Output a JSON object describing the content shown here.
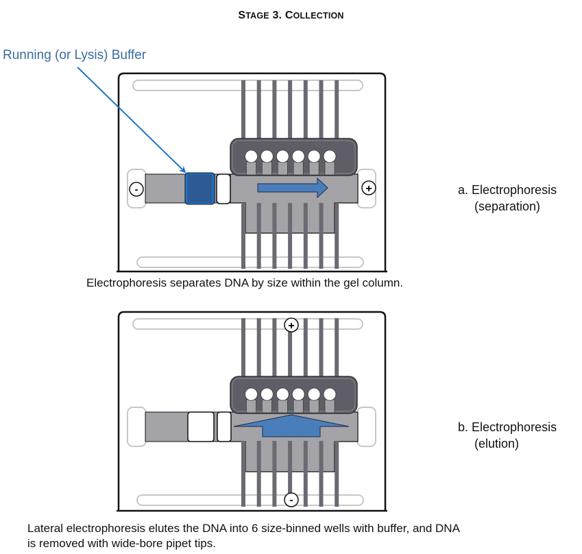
{
  "title": {
    "prefix_big": "S",
    "prefix_small": "TAGE",
    "number": " 3. ",
    "word_big": "C",
    "word_small": "OLLECTION"
  },
  "buffer_label": "Running (or Lysis) Buffer",
  "panel_a": {
    "label_line1": "a. Electrophoresis",
    "label_line2": "(separation)",
    "caption": "Electrophoresis separates DNA by size within the gel column.",
    "left_electrode": "-",
    "right_electrode": "+",
    "arrow_direction": "right"
  },
  "panel_b": {
    "label_line1": "b. Electrophoresis",
    "label_line2": "(elution)",
    "caption_line1": "Lateral electrophoresis elutes the DNA into 6 size-binned wells with buffer, and DNA",
    "caption_line2": "is removed with wide-bore pipet tips.",
    "top_electrode": "+",
    "bottom_electrode": "-",
    "arrow_direction": "up"
  },
  "wells_count": 6,
  "lanes_count": 7,
  "colors": {
    "buffer_blue": "#2d5a94",
    "buffer_outline": "#1f73c8",
    "arrow_blue": "#4a7ebb",
    "label_blue": "#3a6aa0",
    "gel_gray": "#a4a3a7",
    "comb_dark": "#5f5e66",
    "lane_dark": "#6b6a72"
  }
}
